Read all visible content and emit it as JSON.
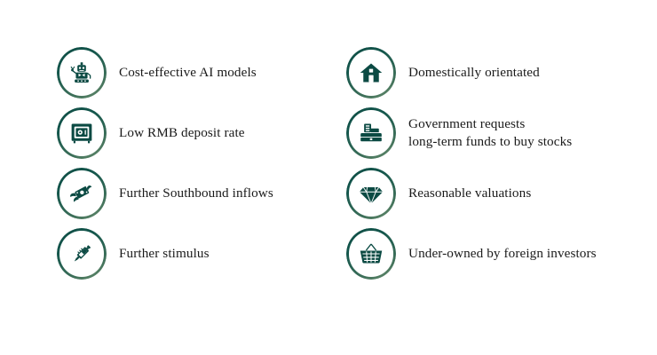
{
  "theme": {
    "background": "#ffffff",
    "ring_dark": "#0f4d45",
    "ring_light": "#6c8f6f",
    "icon_color": "#0b4a43",
    "text_color": "#1a1a1a"
  },
  "layout": {
    "columns": 2,
    "rows": 4
  },
  "items": [
    {
      "icon": "robot-icon",
      "label": "Cost-effective AI models",
      "column": "left",
      "row": 1
    },
    {
      "icon": "safe-vault-icon",
      "label": "Low RMB deposit rate",
      "column": "left",
      "row": 2
    },
    {
      "icon": "flying-money-icon",
      "label": "Further Southbound inflows",
      "column": "left",
      "row": 3
    },
    {
      "icon": "syringe-icon",
      "label": "Further stimulus",
      "column": "left",
      "row": 4
    },
    {
      "icon": "house-icon",
      "label": "Domestically orientated",
      "column": "right",
      "row": 1
    },
    {
      "icon": "cash-register-icon",
      "label": "Government requests\nlong-term funds to buy stocks",
      "column": "right",
      "row": 2
    },
    {
      "icon": "diamond-icon",
      "label": "Reasonable valuations",
      "column": "right",
      "row": 3
    },
    {
      "icon": "shopping-basket-icon",
      "label": "Under-owned by foreign investors",
      "column": "right",
      "row": 4
    }
  ]
}
